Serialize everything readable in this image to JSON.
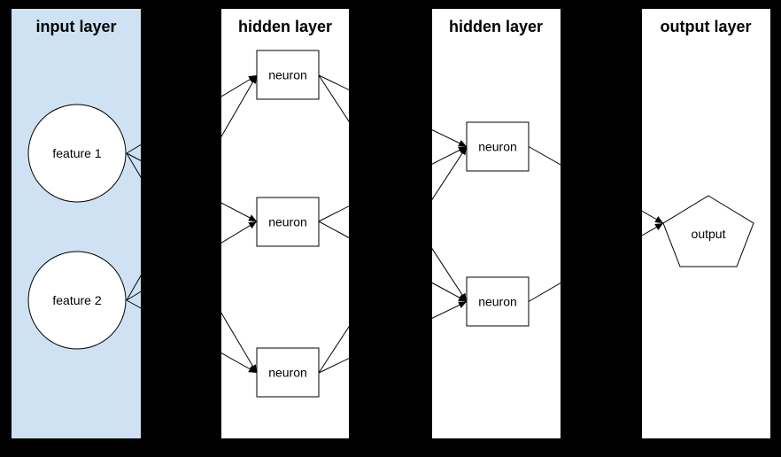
{
  "diagram": {
    "type": "neural-network",
    "background_color": "#000000",
    "input_panel_fill": "#cfe2f3",
    "panel_fill": "#ffffff",
    "line_color": "#000000",
    "node_fill": "#ffffff",
    "layers": [
      {
        "title": "input layer",
        "nodes": [
          {
            "id": "feature1",
            "label": "feature 1",
            "shape": "circle"
          },
          {
            "id": "feature2",
            "label": "feature 2",
            "shape": "circle"
          }
        ]
      },
      {
        "title": "hidden layer",
        "nodes": [
          {
            "id": "h1n1",
            "label": "neuron",
            "shape": "rectangle"
          },
          {
            "id": "h1n2",
            "label": "neuron",
            "shape": "rectangle"
          },
          {
            "id": "h1n3",
            "label": "neuron",
            "shape": "rectangle"
          }
        ]
      },
      {
        "title": "hidden layer",
        "nodes": [
          {
            "id": "h2n1",
            "label": "neuron",
            "shape": "rectangle"
          },
          {
            "id": "h2n2",
            "label": "neuron",
            "shape": "rectangle"
          }
        ]
      },
      {
        "title": "output layer",
        "nodes": [
          {
            "id": "output",
            "label": "output",
            "shape": "pentagon"
          }
        ]
      }
    ],
    "connections": [
      [
        "feature1",
        "h1n1"
      ],
      [
        "feature1",
        "h1n2"
      ],
      [
        "feature1",
        "h1n3"
      ],
      [
        "feature2",
        "h1n1"
      ],
      [
        "feature2",
        "h1n2"
      ],
      [
        "feature2",
        "h1n3"
      ],
      [
        "h1n1",
        "h2n1"
      ],
      [
        "h1n1",
        "h2n2"
      ],
      [
        "h1n2",
        "h2n1"
      ],
      [
        "h1n2",
        "h2n2"
      ],
      [
        "h1n3",
        "h2n1"
      ],
      [
        "h1n3",
        "h2n2"
      ],
      [
        "h2n1",
        "output"
      ],
      [
        "h2n2",
        "output"
      ]
    ]
  }
}
